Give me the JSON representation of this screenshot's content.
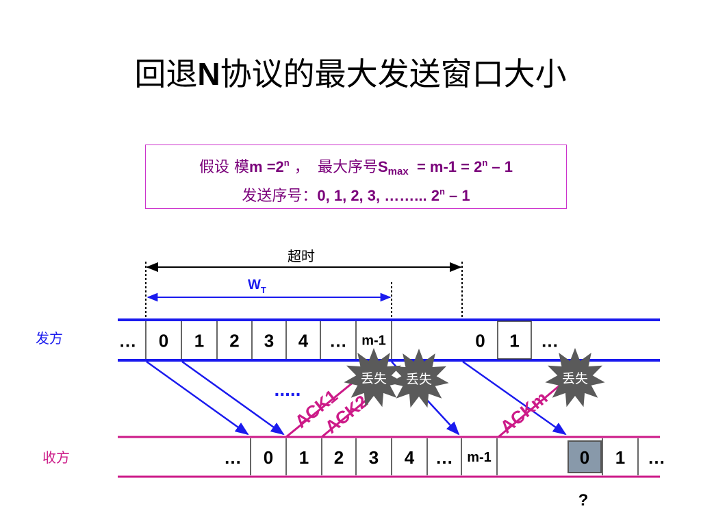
{
  "title": {
    "prefix": "回退",
    "n": "N",
    "suffix": "协议的最大发送窗口大小"
  },
  "info": {
    "l1_zh1": "假设 模",
    "l1_m": "m =2",
    "l1_sup1": "n",
    "l1_comma": " ，",
    "l1_zh2": "最大序号",
    "l1_s": "S",
    "l1_sub": "max",
    "l1_eq": "= m-1 = 2",
    "l1_sup2": "n",
    "l1_tail": " – 1",
    "l2_zh": "发送序号：",
    "l2_seq": "0, 1, 2, 3, ……... 2",
    "l2_sup": "n",
    "l2_tail": " – 1"
  },
  "labels": {
    "sender": "发方",
    "receiver": "收方",
    "timeout": "超时",
    "window_w": "W",
    "window_sub": "T",
    "mid_dots": ".....",
    "question": "?"
  },
  "sender_cells": [
    {
      "text": "…"
    },
    {
      "text": "0"
    },
    {
      "text": "1"
    },
    {
      "text": "2"
    },
    {
      "text": "3"
    },
    {
      "text": "4"
    },
    {
      "text": "…"
    },
    {
      "text": "m-1"
    },
    {
      "text": ""
    },
    {
      "text": "0"
    },
    {
      "text": "1"
    },
    {
      "text": "…"
    }
  ],
  "receiver_cells": [
    {
      "text": "…"
    },
    {
      "text": "0"
    },
    {
      "text": "1"
    },
    {
      "text": "2"
    },
    {
      "text": "3"
    },
    {
      "text": "4"
    },
    {
      "text": "…"
    },
    {
      "text": "m-1"
    },
    {
      "text": ""
    },
    {
      "text": "0"
    },
    {
      "text": "1"
    },
    {
      "text": "…"
    }
  ],
  "acks": [
    "ACK1",
    "ACK2",
    "ACKm"
  ],
  "lost": [
    "丢失",
    "丢失",
    "丢失"
  ],
  "colors": {
    "sender_line": "#1a1aee",
    "receiver_line": "#cc1a88",
    "ack": "#cc1a88",
    "info_text": "#7a007a",
    "sender_label": "#1a1aee",
    "receiver_label": "#cc1a88",
    "burst": "#5a5a5a",
    "highlight_cell": "#8899aa"
  }
}
